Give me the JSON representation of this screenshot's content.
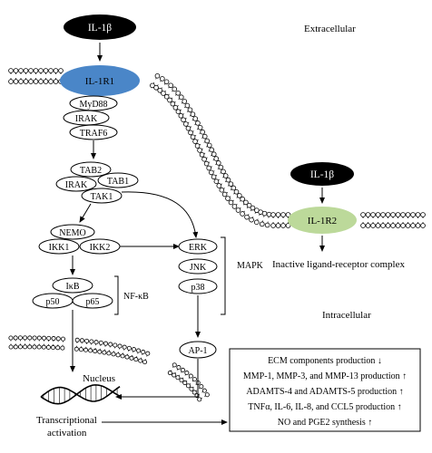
{
  "regions": {
    "extracellular": "Extracellular",
    "intracellular": "Intracellular",
    "nucleus": "Nucleus"
  },
  "ligand": {
    "left": "IL-1β",
    "right": "IL-1β"
  },
  "receptors": {
    "il1r1": "IL-1R1",
    "il1r2": "IL-1R2"
  },
  "inactive_label": "Inactive ligand-receptor complex",
  "adaptors": {
    "myd88": "MyD88",
    "irak": "IRAK",
    "traf6": "TRAF6"
  },
  "tak_complex": {
    "tab2": "TAB2",
    "irak": "IRAK",
    "tab1": "TAB1",
    "tak1": "TAK1"
  },
  "ikk_complex": {
    "nemo": "NEMO",
    "ikk1": "IKK1",
    "ikk2": "IKK2"
  },
  "nfkb": {
    "ikb": "IκB",
    "p50": "p50",
    "p65": "p65",
    "label": "NF-κB"
  },
  "mapk": {
    "erk": "ERK",
    "jnk": "JNK",
    "p38": "p38",
    "label": "MAPK"
  },
  "ap1": "AP-1",
  "transcription": {
    "line1": "Transcriptional",
    "line2": "activation"
  },
  "effects": [
    "ECM components production ↓",
    "MMP-1, MMP-3, and MMP-13 production ↑",
    "ADAMTS-4 and ADAMTS-5 production ↑",
    "TNFα, IL-6, IL-8, and CCL5 production ↑",
    "NO and PGE2 synthesis ↑"
  ],
  "colors": {
    "ligand": "#000000",
    "il1r1": "#4a86c8",
    "il1r2": "#bcd99a"
  }
}
